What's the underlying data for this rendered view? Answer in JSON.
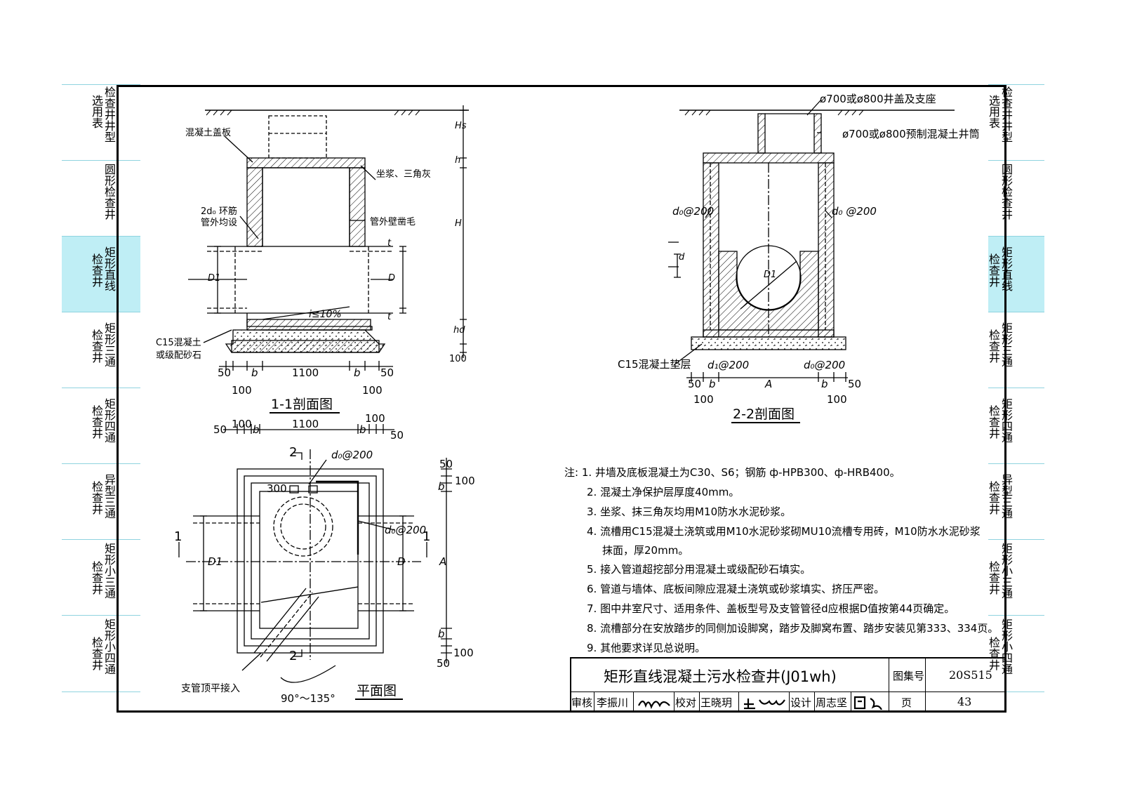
{
  "left_tabs": [
    {
      "c1": "选用表",
      "c2": "检查井井型"
    },
    {
      "c1": "",
      "c2": "圆形检查井"
    },
    {
      "c1": "检查井",
      "c2": "矩形直线"
    },
    {
      "c1": "检查井",
      "c2": "矩形三通"
    },
    {
      "c1": "检查井",
      "c2": "矩形四通"
    },
    {
      "c1": "检查井",
      "c2": "异型三通"
    },
    {
      "c1": "检查井",
      "c2": "矩形小三通"
    },
    {
      "c1": "检查井",
      "c2": "矩形小四通"
    }
  ],
  "right_tabs": [
    {
      "c1": "选用表",
      "c2": "检查井井型"
    },
    {
      "c1": "",
      "c2": "圆形检查井"
    },
    {
      "c1": "检查井",
      "c2": "矩形直线"
    },
    {
      "c1": "检查井",
      "c2": "矩形三通"
    },
    {
      "c1": "检查井",
      "c2": "矩形四通"
    },
    {
      "c1": "检查井",
      "c2": "异型三通"
    },
    {
      "c1": "检查井",
      "c2": "矩形小三通"
    },
    {
      "c1": "检查井",
      "c2": "矩形小四通"
    }
  ],
  "active_tab_index": 2,
  "colors": {
    "tab_active": "#bfeef5",
    "tab_line": "#8fd3df"
  },
  "section11": {
    "title": "1-1剖面图",
    "labels": {
      "cover": "混凝土盖板",
      "mortar": "坐浆、三角灰",
      "ring": "2d₀ 环筋",
      "ring2": "管外均设",
      "chisel": "管外壁凿毛",
      "slope": "i≤10%",
      "c15a": "C15混凝土",
      "c15b": "或级配砂石",
      "Hs": "Hs",
      "h": "h",
      "H": "H",
      "hd": "hd",
      "D1": "D1",
      "D": "D",
      "t1": "t",
      "t2": "t",
      "d100v": "100"
    },
    "dims": {
      "d50a": "50",
      "b1": "b",
      "d1100": "1100",
      "b2": "b",
      "d50b": "50",
      "d100a": "100",
      "d100b": "100"
    }
  },
  "section22": {
    "title": "2-2剖面图",
    "labels": {
      "cover": "ø700或ø800井盖及支座",
      "shaft": "ø700或ø800预制混凝土井筒",
      "rebarL": "d₀@200",
      "rebarR": "d₀ @200",
      "d": "d",
      "D1": "D1",
      "c15": "C15混凝土垫层",
      "d1": "d₁@200",
      "d0b": "d₀@200"
    },
    "dims": {
      "d50a": "50",
      "b1": "b",
      "A": "A",
      "b2": "b",
      "d50b": "50",
      "d100a": "100",
      "d100b": "100"
    }
  },
  "plan": {
    "title": "平面图",
    "labels": {
      "top50": "50",
      "top100a": "100",
      "topb": "b",
      "top1100": "1100",
      "topb2": "b",
      "top100b": "100",
      "top50b": "50",
      "cut2a": "2",
      "cut2b": "2",
      "cut1a": "1",
      "cut1b": "1",
      "d0": "d₀@200",
      "d0b": "d₀@200",
      "s300": "300",
      "D1": "D1",
      "D": "D",
      "A": "A",
      "r50": "50",
      "r100": "100",
      "rb": "b",
      "rb2": "b",
      "r50b": "50",
      "r100b": "100",
      "branch": "支管顶平接入",
      "angle": "90°～135°"
    }
  },
  "notes": [
    "注: 1.  井墙及底板混凝土为C30、S6；钢筋 ф-HPB300、ф-HRB400。",
    "2.  混凝土净保护层厚度40mm。",
    "3.  坐浆、抹三角灰均用M10防水水泥砂浆。",
    "4.  流槽用C15混凝土浇筑或用M10水泥砂浆砌MU10流槽专用砖，M10防水水泥砂浆",
    "抹面，厚20mm。",
    "5.  接入管道超挖部分用混凝土或级配砂石填实。",
    "6.  管道与墙体、底板间隙应混凝土浇筑或砂浆填实、挤压严密。",
    "7.  图中井室尺寸、适用条件、盖板型号及支管管径d应根据D值按第44页确定。",
    "8.  流槽部分在安放踏步的同侧加设脚窝，踏步及脚窝布置、踏步安装见第333、334页。",
    "9.  其他要求详见总说明。"
  ],
  "title_block": {
    "title": "矩形直线混凝土污水检查井(J01wh)",
    "atlas_label": "图集号",
    "atlas_no": "20S515",
    "review_label": "审核",
    "review_name": "李振川",
    "check_label": "校对",
    "check_name": "王晓玥",
    "design_label": "设计",
    "design_name": "周志坚",
    "page_label": "页",
    "page_no": "43"
  }
}
